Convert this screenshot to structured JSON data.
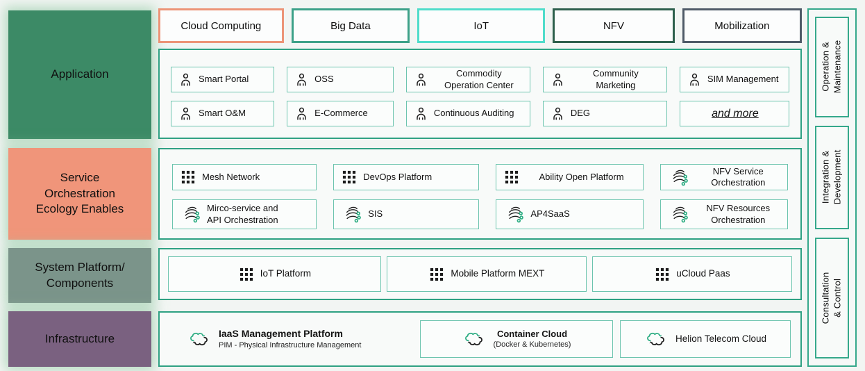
{
  "tabs": [
    {
      "label": "Cloud Computing",
      "border_color": "#ec9477"
    },
    {
      "label": "Big Data",
      "border_color": "#3ca188"
    },
    {
      "label": "IoT",
      "border_color": "#4fdcca"
    },
    {
      "label": "NFV",
      "border_color": "#2d5f4c"
    },
    {
      "label": "Mobilization",
      "border_color": "#4e5a67"
    }
  ],
  "left_labels": [
    {
      "label": "Application",
      "color": "#3c8a66"
    },
    {
      "label": "Service\nOrchestration\nEcology Enables",
      "color": "#f0957a"
    },
    {
      "label": "System Platform/\nComponents",
      "color": "#7b948a"
    },
    {
      "label": "Infrastructure",
      "color": "#7a6180"
    }
  ],
  "application": {
    "items": [
      {
        "label": "Smart Portal"
      },
      {
        "label": "OSS"
      },
      {
        "label": "Commodity\nOperation Center"
      },
      {
        "label": "Community\nMarketing"
      },
      {
        "label": "SIM Management"
      },
      {
        "label": "Smart O&M"
      },
      {
        "label": "E-Commerce"
      },
      {
        "label": "Continuous Auditing"
      },
      {
        "label": "DEG"
      },
      {
        "label": "and more"
      }
    ]
  },
  "service_orchestration": {
    "items": [
      {
        "label": "Mesh Network"
      },
      {
        "label": "DevOps Platform"
      },
      {
        "label": "Ability Open Platform"
      },
      {
        "label": "NFV Service\nOrchestration"
      },
      {
        "label": "Mirco-service and\nAPI Orchestration"
      },
      {
        "label": "SIS"
      },
      {
        "label": "AP4SaaS"
      },
      {
        "label": "NFV Resources\nOrchestration"
      }
    ]
  },
  "system_platform": {
    "items": [
      {
        "label": "IoT Platform"
      },
      {
        "label": "Mobile Platform MEXT"
      },
      {
        "label": "uCloud Paas"
      }
    ]
  },
  "infrastructure": {
    "items": [
      {
        "title": "IaaS Management Platform",
        "subtitle": "PIM - Physical Infrastructure Management"
      },
      {
        "title": "Container Cloud",
        "subtitle": "(Docker & Kubernetes)"
      },
      {
        "title": "Helion Telecom Cloud",
        "subtitle": ""
      }
    ]
  },
  "sidebar": {
    "items": [
      {
        "label": "Operation &\nMaintenance"
      },
      {
        "label": "Integration &\nDevelopment"
      },
      {
        "label": "Consultation & Control"
      }
    ]
  },
  "colors": {
    "background": "#f2f5f3",
    "outer_box_border": "#2fa183",
    "inner_box_border": "#6cc4ae",
    "sidebar_border": "#35a88b",
    "accent_green": "#2fae84",
    "text": "#141414"
  }
}
